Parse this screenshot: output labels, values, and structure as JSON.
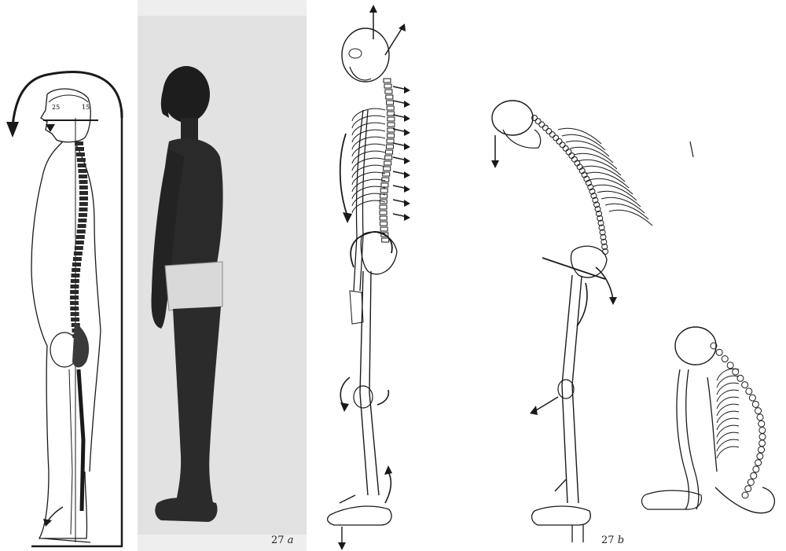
{
  "figure": {
    "panel_a_label": "27",
    "panel_a_letter": "a",
    "panel_b_label": "27",
    "panel_b_letter": "b"
  },
  "outline_figure": {
    "marker_left": "25",
    "marker_right": "15"
  },
  "colors": {
    "ink": "#1a1a1a",
    "paper": "#ffffff",
    "photo_bg": "#e8e8e8",
    "skin": "#2a2a2a"
  },
  "icons": {
    "rotation_arrow": "curved-arrow",
    "force_arrow": "straight-arrow"
  }
}
